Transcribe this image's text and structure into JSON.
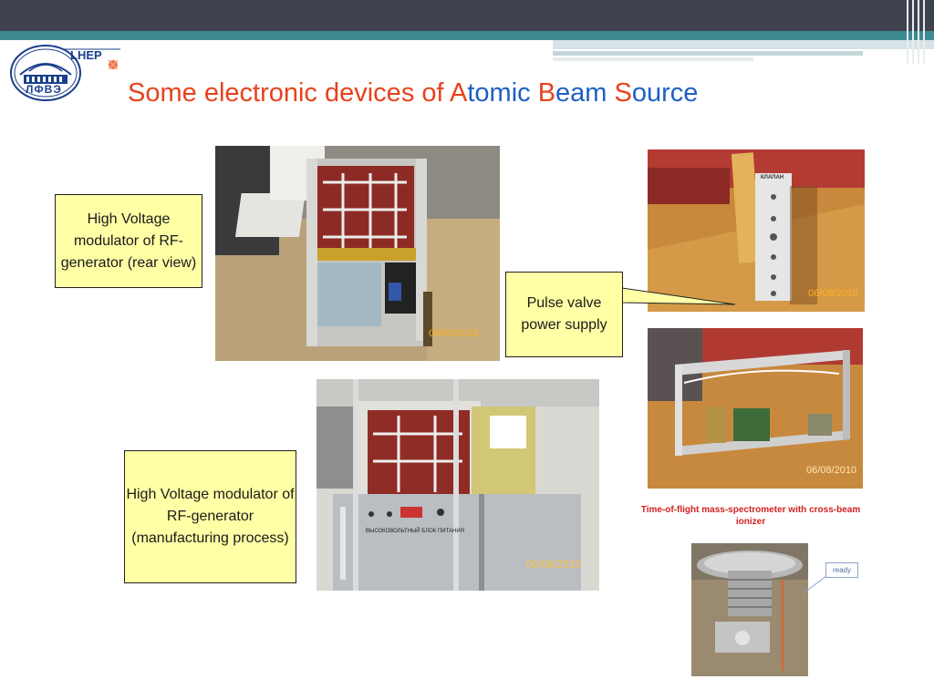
{
  "slide": {
    "title_parts": {
      "p1": "Some electronic devices of ",
      "p2": "A",
      "p3": "tomic ",
      "p4": "B",
      "p5": "eam ",
      "p6": "S",
      "p7": "ource"
    },
    "colors": {
      "title_red": "#e8421c",
      "title_blue": "#1f5fc4",
      "callout_fill": "#ffffa6",
      "header_dark": "#3f4350",
      "header_teal": "#3d8a91"
    }
  },
  "logo": {
    "latin": "LHEP",
    "cyrillic": "ЛФВЭ"
  },
  "callouts": {
    "rear": "High Voltage modulator of RF-generator (rear view)",
    "valve": "Pulse valve power supply",
    "manufacturing": "High Voltage modulator of RF-generator (manufacturing process)"
  },
  "photos": {
    "stamp_1": "06/08/2010",
    "stamp_2": "06/08/2010",
    "stamp_3": "06/08/2010",
    "stamp_4": "06/08/2010",
    "panel_label": "КЛАПАН",
    "front_label": "ВЫСОКОВОЛЬТНЫЙ БЛОК ПИТАНИЯ"
  },
  "tof_caption": "Time-of-flight mass-spectrometer with cross-beam ionizer",
  "ready_label": "ready"
}
